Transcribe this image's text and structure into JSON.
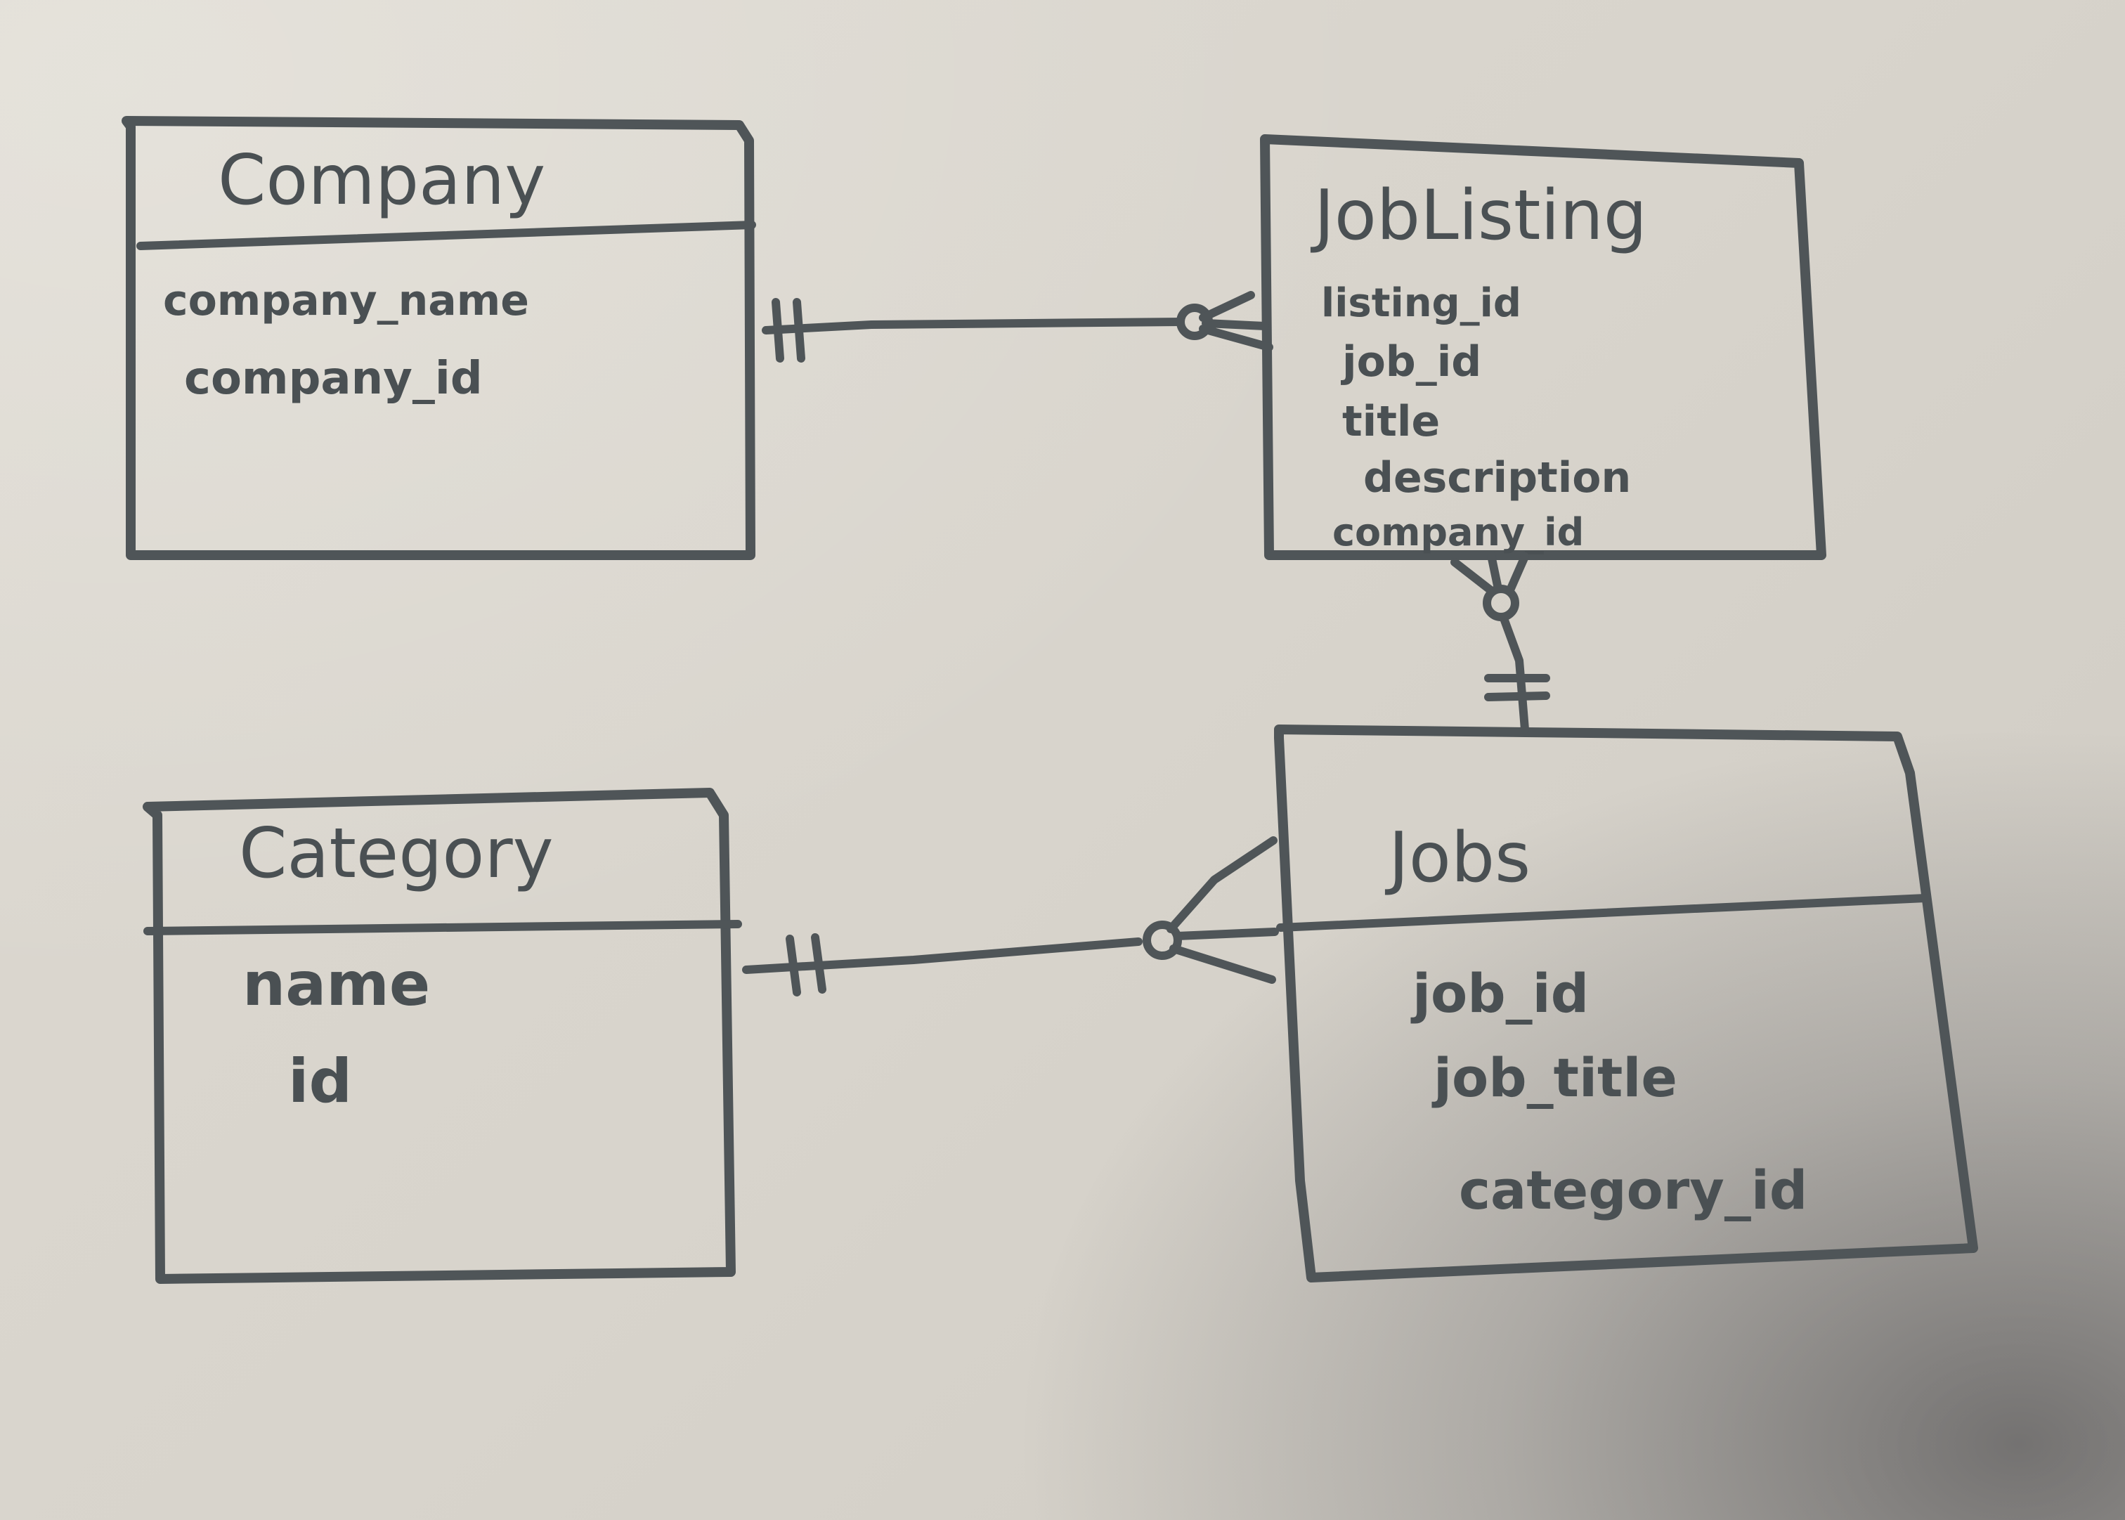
{
  "entities": {
    "company": {
      "title": "Company",
      "attributes": [
        "company_name",
        "company_id"
      ]
    },
    "joblisting": {
      "title": "JobListing",
      "attributes": [
        "listing_id",
        "job_id",
        "title",
        "description",
        "company_id"
      ]
    },
    "category": {
      "title": "Category",
      "attributes": [
        "name",
        "id"
      ]
    },
    "jobs": {
      "title": "Jobs",
      "attributes": [
        "job_id",
        "job_title",
        "category_id"
      ]
    }
  }
}
